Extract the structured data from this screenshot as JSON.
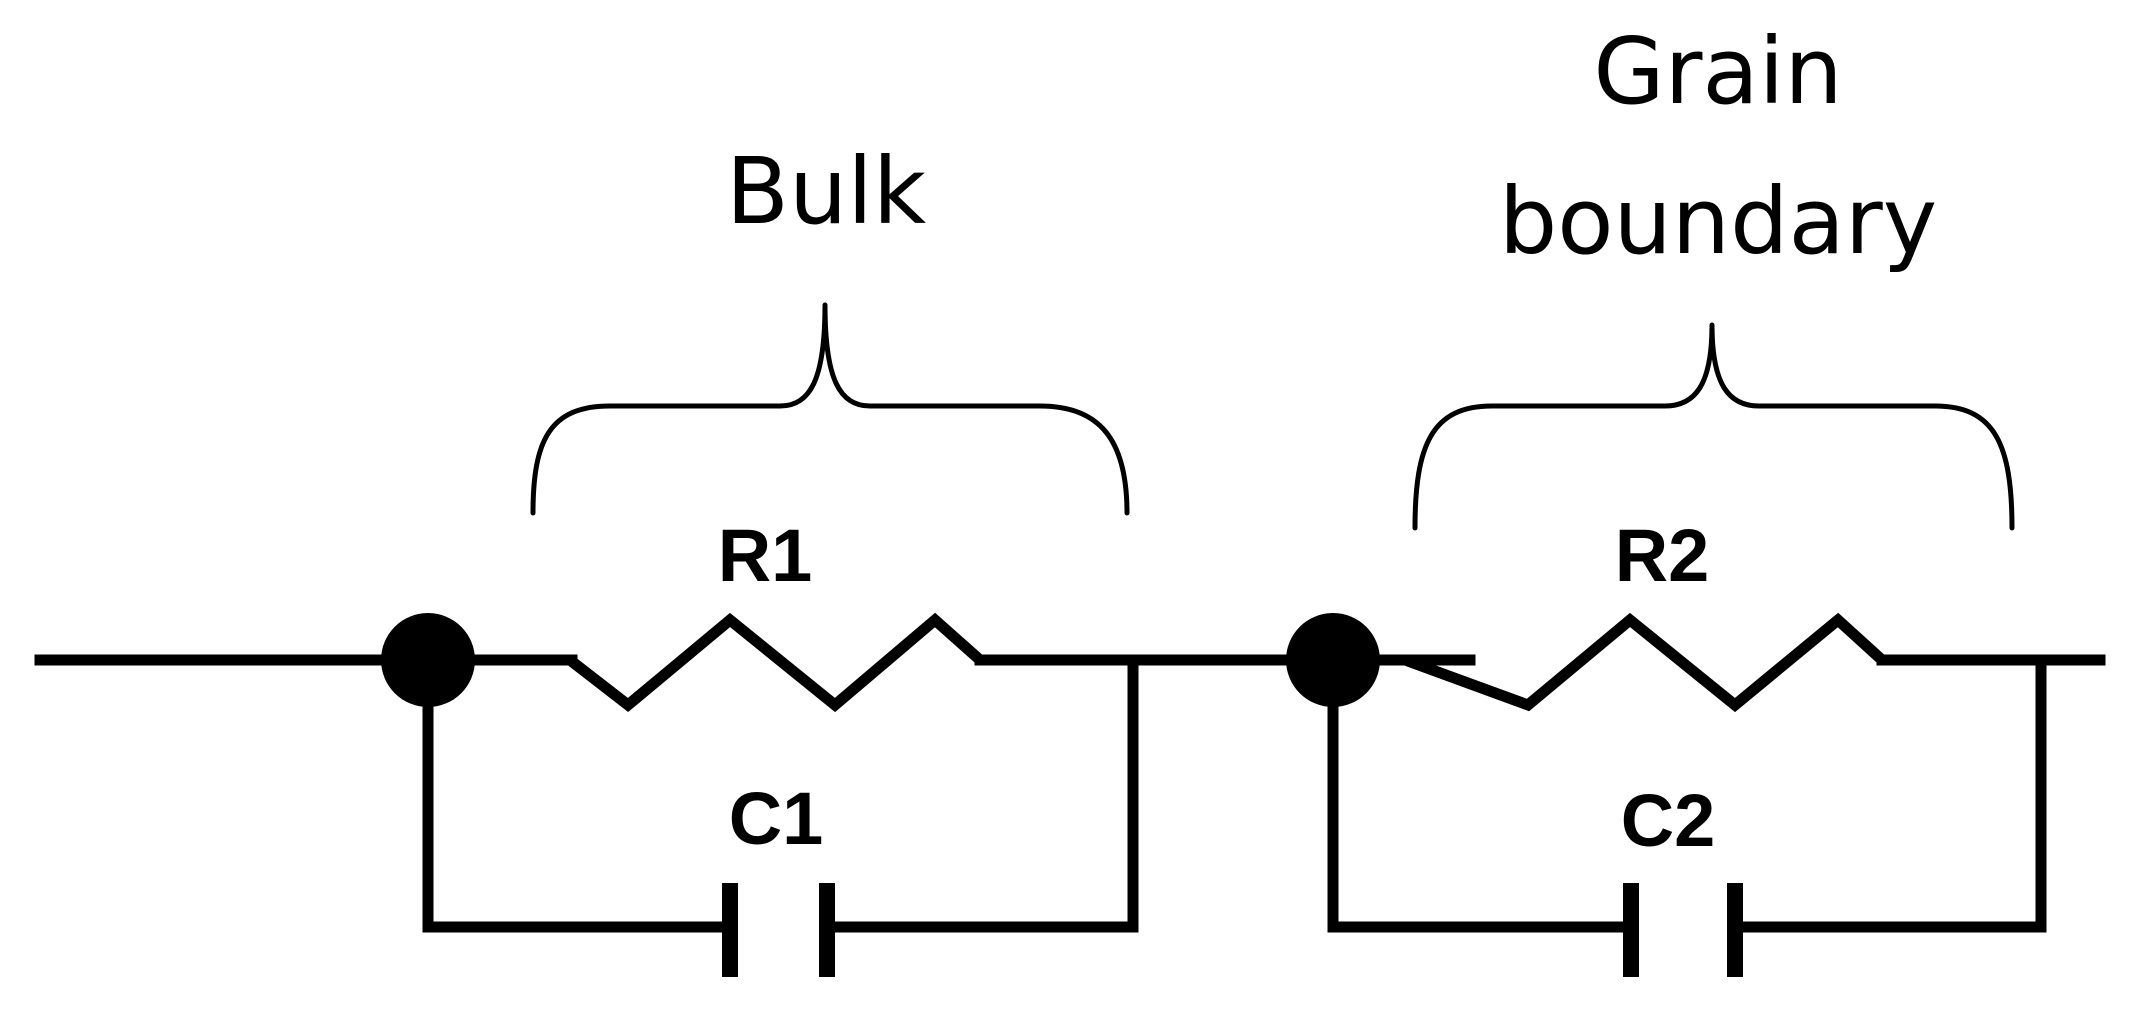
{
  "groups": {
    "bulk": {
      "label": "Bulk",
      "resistor_label": "R1",
      "capacitor_label": "C1"
    },
    "grain_boundary": {
      "label_line1": "Grain",
      "label_line2": "boundary",
      "resistor_label": "R2",
      "capacitor_label": "C2"
    }
  }
}
